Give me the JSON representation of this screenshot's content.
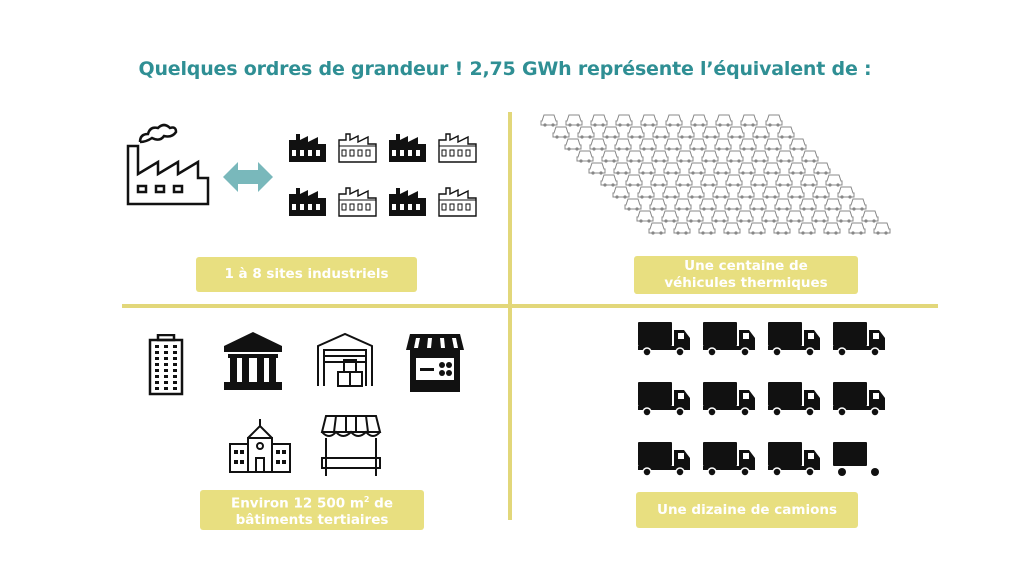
{
  "title": "Quelques ordres de grandeur ! 2,75 GWh représente l’équivalent de :",
  "panels": {
    "industrial": {
      "label": "1 à 8 sites industriels",
      "icons": [
        "factory-icon",
        "double-arrow-icon",
        "factory-small-icon"
      ]
    },
    "vehicles": {
      "label_line1": "Une centaine de",
      "label_line2": "véhicules thermiques",
      "icon": "car-icon"
    },
    "buildings": {
      "label_line1_a": "Environ 12 500 m",
      "label_line1_sup": "2",
      "label_line1_b": " de",
      "label_line2": "bâtiments tertiaires",
      "icons": [
        "office-tower-icon",
        "bank-icon",
        "warehouse-icon",
        "shop-icon",
        "school-icon",
        "market-stall-icon"
      ]
    },
    "trucks": {
      "label": "Une dizaine de camions",
      "icon": "truck-icon"
    }
  },
  "colors": {
    "teal": "#2f8f94",
    "yellow": "#e8df80",
    "black": "#111111"
  }
}
